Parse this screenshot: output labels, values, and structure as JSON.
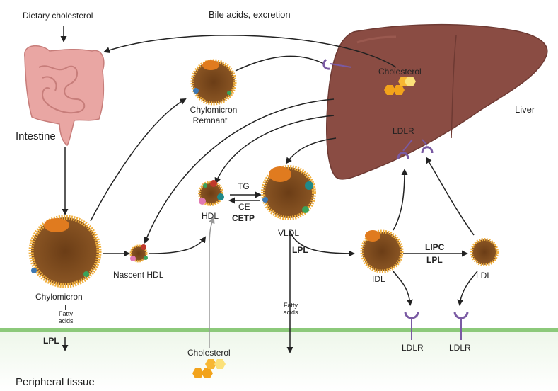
{
  "labels": {
    "dietary_cholesterol": "Dietary cholesterol",
    "bile_acids": "Bile acids, excretion",
    "cholesterol_liver": "Cholesterol",
    "liver": "Liver",
    "intestine": "Intestine",
    "chylomicron_remnant": "Chylomicron",
    "chylomicron_remnant_2": "Remnant",
    "ldlr_liver": "LDLR",
    "tg": "TG",
    "ce": "CE",
    "cetp": "CETP",
    "hdl": "HDL",
    "vldl": "VLDL",
    "chylomicron": "Chylomicron",
    "nascent_hdl": "Nascent HDL",
    "fatty_acids_1": "Fatty",
    "fatty_acids_1b": "acids",
    "lpl_1": "LPL",
    "lpl_2": "LPL",
    "fatty_acids_2": "Fatty",
    "fatty_acids_2b": "acids",
    "lipc": "LIPC",
    "lpl_3": "LPL",
    "idl": "IDL",
    "ldl": "LDL",
    "ldlr_1": "LDLR",
    "ldlr_2": "LDLR",
    "cholesterol_periph": "Cholesterol",
    "peripheral": "Peripheral tissue"
  },
  "colors": {
    "liver": "#8a4c43",
    "intestine": "#e9a6a3",
    "tissue_band": "#8cc97a",
    "receptor": "#7a5aa3",
    "cholesterol": "#f2a31b",
    "particle_core": "#7a4a1e",
    "particle_shell": "#f0b040"
  }
}
